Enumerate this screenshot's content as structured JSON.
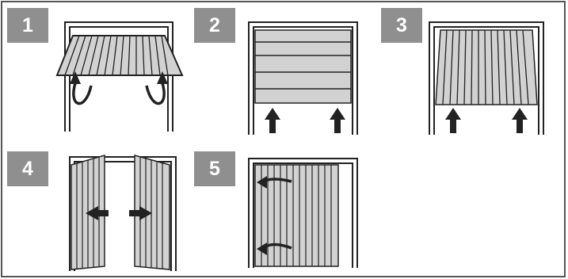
{
  "panels": [
    {
      "number": "1",
      "icon": "up-and-over-canopy-door-icon"
    },
    {
      "number": "2",
      "icon": "sectional-door-icon"
    },
    {
      "number": "3",
      "icon": "tilting-door-icon"
    },
    {
      "number": "4",
      "icon": "side-hinged-door-icon"
    },
    {
      "number": "5",
      "icon": "side-sliding-door-icon"
    }
  ],
  "colors": {
    "badge": "#8f8f8f",
    "door_fill": "#d2d2d2",
    "outline": "#222222",
    "frame_border": "#555555"
  }
}
